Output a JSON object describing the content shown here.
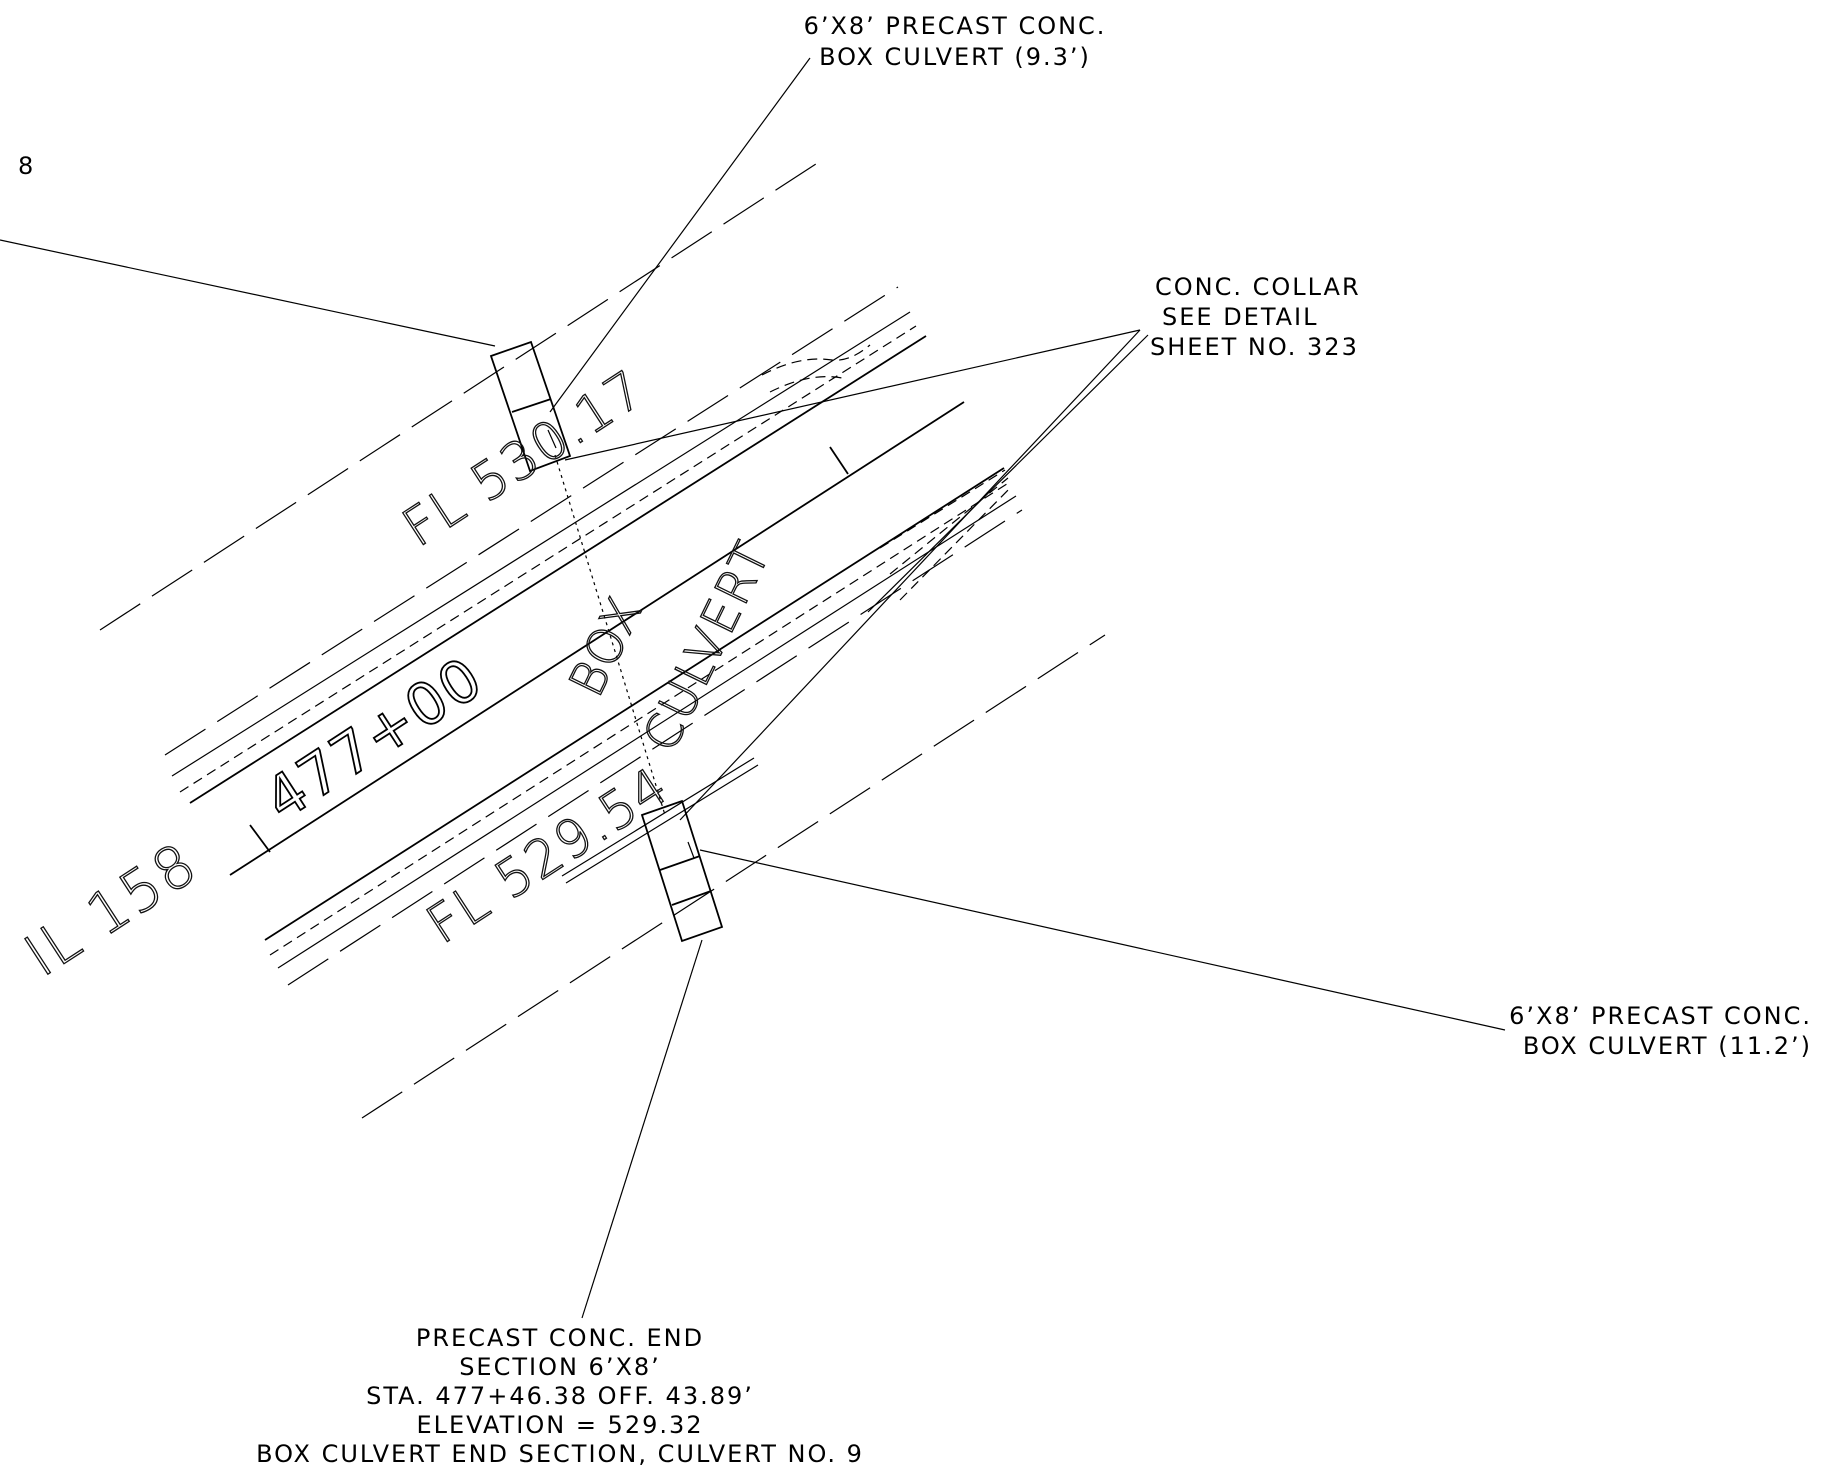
{
  "labels": {
    "top_culvert": [
      "6’X8’ PRECAST CONC.",
      "BOX CULVERT (9.3’)"
    ],
    "left_number": "8",
    "collar": [
      "CONC. COLLAR",
      "SEE DETAIL",
      "SHEET NO. 323"
    ],
    "right_culvert": [
      "6’X8’ PRECAST CONC.",
      "BOX CULVERT (11.2’)"
    ],
    "end_section": [
      "PRECAST CONC. END",
      "SECTION 6’X8’",
      "STA. 477+46.38 OFF. 43.89’",
      "ELEVATION = 529.32",
      "BOX CULVERT END SECTION, CULVERT NO. 9"
    ]
  },
  "rotated_text": {
    "fl_top": "FL 530.17",
    "station": "477+00",
    "box": "BOX",
    "culvert": "CULVERT",
    "road": "IL 158",
    "fl_bottom": "FL 529.54"
  },
  "colors": {
    "ink": "#000000",
    "background": "#ffffff"
  }
}
